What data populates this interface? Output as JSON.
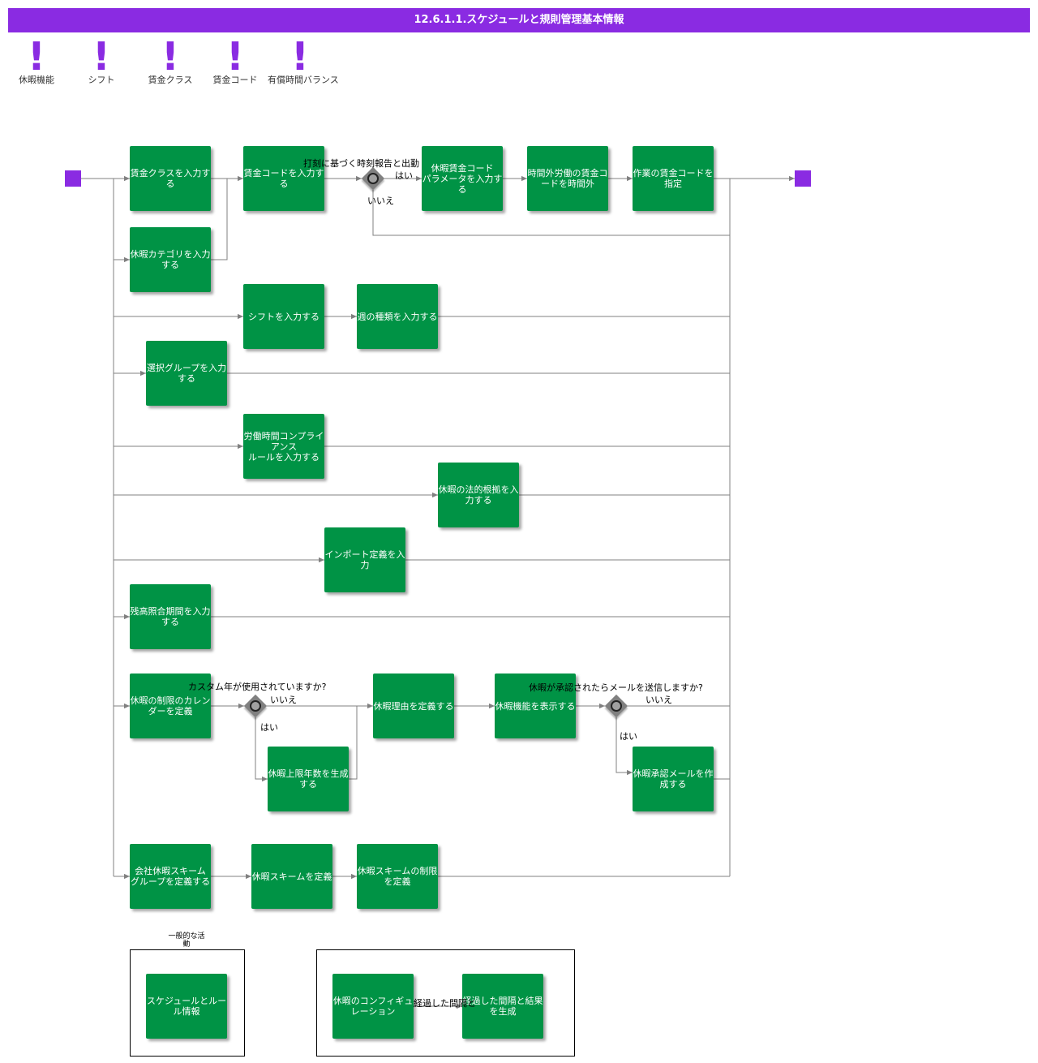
{
  "title": "12.6.1.1.スケジュールと規則管理基本情報",
  "colors": {
    "accent": "#8a2be2",
    "task": "#009345",
    "gateway": "#808080",
    "connector": "#808080"
  },
  "legend": [
    "休暇機能",
    "シフト",
    "賃金クラス",
    "賃金コード",
    "有償時間バランス"
  ],
  "tasks": {
    "t1": "賃金クラスを入力する",
    "t2": "賃金コードを入力する",
    "t3": "休暇賃金コード\nパラメータを入力する",
    "t4": "時間外労働の賃金コードを時間外",
    "t5": "作業の賃金コードを指定",
    "t6": "休暇カテゴリを入力する",
    "t7": "シフトを入力する",
    "t8": "週の種類を入力する",
    "t9": "選択グループを入力する",
    "t10": "労働時間コンプライアンス\nルールを入力する",
    "t11": "休暇の法的根拠を入力する",
    "t12": "インポート定義を入力",
    "t13": "残高照合期間を入力する",
    "t14": "休暇の制限のカレンダーを定義",
    "t15": "休暇上限年数を生成する",
    "t16": "休暇理由を定義する",
    "t17": "休暇機能を表示する",
    "t18": "休暇承認メールを作成する",
    "t19": "会社休暇スキーム\nグループを定義する",
    "t20": "休暇スキームを定義",
    "t21": "休暇スキームの制限を定義",
    "t22": "スケジュールとルール情報",
    "t23": "休暇のコンフィギュレーション",
    "t24": "経過した間隔と結果を生成"
  },
  "gateways": {
    "g1": {
      "question": "打刻に基づく時刻報告と出勤",
      "yes": "はい",
      "no": "いいえ"
    },
    "g2": {
      "question": "カスタム年が使用されていますか?",
      "yes": "はい",
      "no": "いいえ"
    },
    "g3": {
      "question": "休暇が承認されたらメールを送信しますか?",
      "yes": "はい",
      "no": "いいえ"
    }
  },
  "groups": {
    "general": "一般的な活\n動",
    "edge_label": "経過した間隔と"
  }
}
